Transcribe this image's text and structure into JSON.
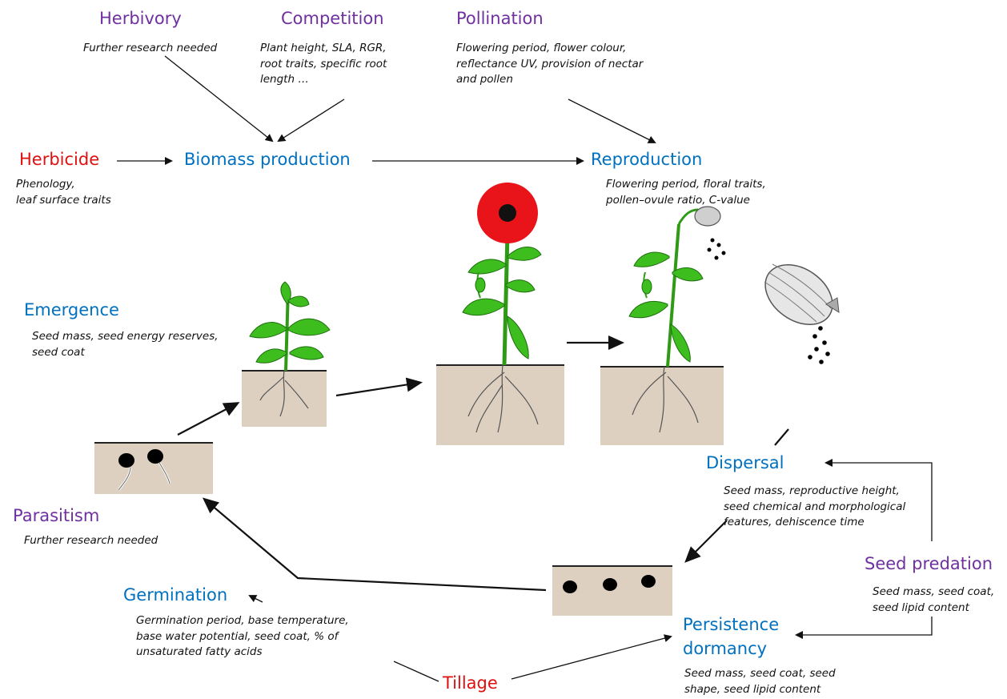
{
  "nodes": {
    "herbivory": {
      "title": "Herbivory",
      "desc": "Further research needed"
    },
    "competition": {
      "title": "Competition",
      "desc": "Plant height, SLA, RGR,\n root traits, specific root\nlength …"
    },
    "pollination": {
      "title": "Pollination",
      "desc": "Flowering period,  flower colour,\n reflectance UV, provision of nectar\nand pollen"
    },
    "herbicide": {
      "title": "Herbicide",
      "desc": "Phenology,\nleaf surface traits"
    },
    "biomass": {
      "title": "Biomass production"
    },
    "reproduction": {
      "title": "Reproduction",
      "desc": "Flowering period,  floral traits,\npollen–ovule ratio, C-value"
    },
    "emergence": {
      "title": "Emergence",
      "desc": "Seed mass, seed energy reserves,\nseed coat"
    },
    "dispersal": {
      "title": "Dispersal",
      "desc": "Seed mass, reproductive height,\nseed chemical and morphological\nfeatures, dehiscence time"
    },
    "parasitism": {
      "title": "Parasitism",
      "desc": "Further research needed"
    },
    "seed_predation": {
      "title": "Seed predation",
      "desc": "Seed mass, seed coat,\nseed lipid content"
    },
    "germination": {
      "title": "Germination",
      "desc": "Germination period,  base temperature,\n base water potential, seed coat, % of\nunsaturated fatty acids"
    },
    "persistence": {
      "title": "Persistence\ndormancy",
      "desc": "Seed mass, seed coat, seed\nshape, seed lipid content"
    },
    "tillage": {
      "title": "Tillage"
    }
  },
  "colors": {
    "process": "#0070C0",
    "biotic": "#7030A0",
    "management": "#E01010",
    "soil": "#DDD0C0",
    "leaf": "#3DBE1E",
    "petal": "#E8141A",
    "seed": "#000000"
  }
}
